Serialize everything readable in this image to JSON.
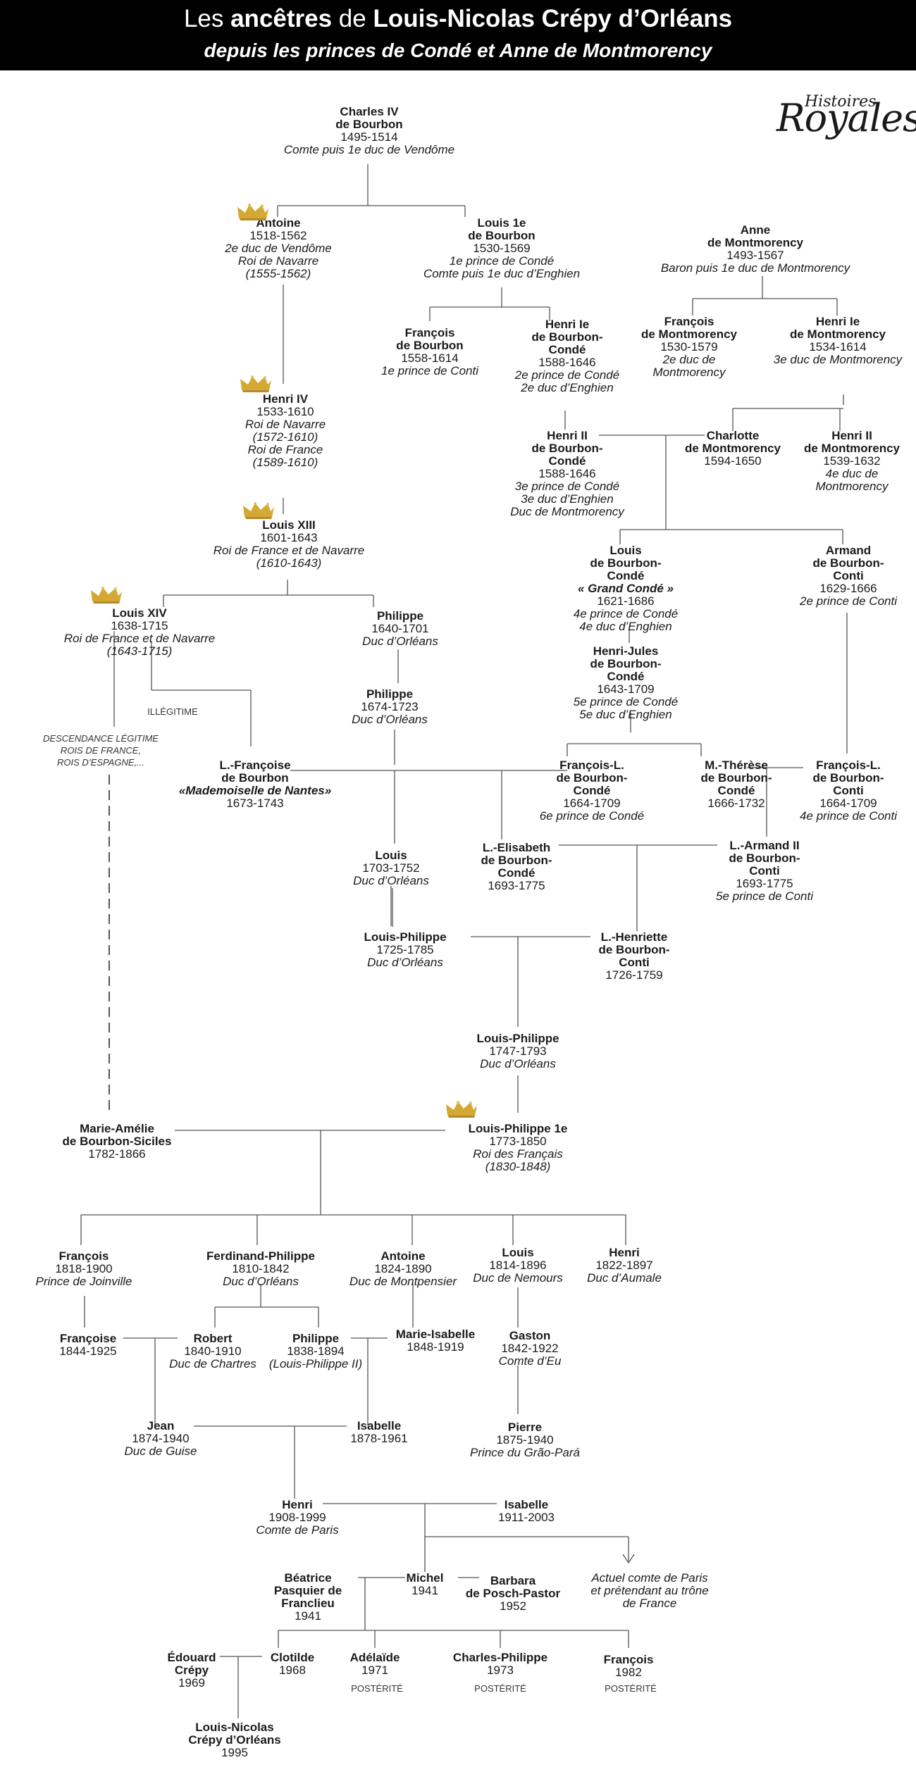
{
  "header": {
    "title_parts": [
      "Les ",
      "ancêtres",
      " de ",
      "Louis-Nicolas Crépy d’Orléans"
    ],
    "subtitle": "depuis les princes de Condé et Anne de Montmorency"
  },
  "logo": {
    "line1": "Histoires",
    "line2": "Royales"
  },
  "colors": {
    "crown": "#d4a933",
    "line": "#555555",
    "header_bg": "#000000"
  },
  "labels": {
    "illegitime": "ILLÉGITIME",
    "descendance": [
      "DESCENDANCE LÉGITIME",
      "ROIS DE FRANCE,",
      "ROIS D’ESPAGNE,..."
    ],
    "posterite": "POSTÉRITÉ"
  },
  "persons": {
    "charles4": {
      "name": [
        "Charles IV",
        "de Bourbon"
      ],
      "dates": "1495-1514",
      "titles": [
        "Comte puis 1e duc de Vendôme"
      ]
    },
    "antoine": {
      "name": [
        "Antoine"
      ],
      "dates": "1518-1562",
      "titles": [
        "2e duc de Vendôme",
        "Roi de Navarre",
        "(1555-1562)"
      ]
    },
    "louis1": {
      "name": [
        "Louis 1e",
        "de Bourbon"
      ],
      "dates": "1530-1569",
      "titles": [
        "1e prince de Condé",
        "Comte puis 1e duc d’Enghien"
      ]
    },
    "anne": {
      "name": [
        "Anne",
        "de Montmorency"
      ],
      "dates": "1493-1567",
      "titles": [
        "Baron puis 1e duc de Montmorency"
      ]
    },
    "francois_bourbon": {
      "name": [
        "François",
        "de Bourbon"
      ],
      "dates": "1558-1614",
      "titles": [
        "1e prince de Conti"
      ]
    },
    "henri1_conde": {
      "name": [
        "Henri Ie",
        "de Bourbon-",
        "Condé"
      ],
      "dates": "1588-1646",
      "titles": [
        "2e prince de Condé",
        "2e duc d’Enghien"
      ]
    },
    "francois_montmo": {
      "name": [
        "François",
        "de Montmorency"
      ],
      "dates": "1530-1579",
      "titles": [
        "2e duc de",
        "Montmorency"
      ]
    },
    "henri1_montmo": {
      "name": [
        "Henri Ie",
        "de Montmorency"
      ],
      "dates": "1534-1614",
      "titles": [
        "3e duc de Montmorency"
      ]
    },
    "henri4": {
      "name": [
        "Henri IV"
      ],
      "dates": "1533-1610",
      "titles": [
        "Roi de Navarre",
        "(1572-1610)",
        "Roi de France",
        "(1589-1610)"
      ]
    },
    "henri2_conde": {
      "name": [
        "Henri II",
        "de Bourbon-",
        "Condé"
      ],
      "dates": "1588-1646",
      "titles": [
        "3e prince de Condé",
        "3e duc d’Enghien",
        "Duc de Montmorency"
      ]
    },
    "charlotte": {
      "name": [
        "Charlotte",
        "de Montmorency"
      ],
      "dates": "1594-1650",
      "titles": []
    },
    "henri2_montmo": {
      "name": [
        "Henri II",
        "de Montmorency"
      ],
      "dates": "1539-1632",
      "titles": [
        "4e duc de",
        "Montmorency"
      ]
    },
    "louis13": {
      "name": [
        "Louis XIII"
      ],
      "dates": "1601-1643",
      "titles": [
        "Roi de France et de Navarre",
        "(1610-1643)"
      ]
    },
    "louis14": {
      "name": [
        "Louis XIV"
      ],
      "dates": "1638-1715",
      "titles": [
        "Roi de France et de Navarre",
        "(1643-1715)"
      ]
    },
    "philippe1": {
      "name": [
        "Philippe"
      ],
      "dates": "1640-1701",
      "titles": [
        "Duc d’Orléans"
      ]
    },
    "grand_conde": {
      "name": [
        "Louis",
        "de Bourbon-",
        "Condé"
      ],
      "epithet": "« Grand Condé »",
      "dates": "1621-1686",
      "titles": [
        "4e prince de Condé",
        "4e duc d’Enghien"
      ]
    },
    "armand": {
      "name": [
        "Armand",
        "de Bourbon-",
        "Conti"
      ],
      "dates": "1629-1666",
      "titles": [
        "2e prince de Conti"
      ]
    },
    "henri_jules": {
      "name": [
        "Henri-Jules",
        "de Bourbon-",
        "Condé"
      ],
      "dates": "1643-1709",
      "titles": [
        "5e prince de Condé",
        "5e duc d’Enghien"
      ]
    },
    "philippe2": {
      "name": [
        "Philippe"
      ],
      "dates": "1674-1723",
      "titles": [
        "Duc d’Orléans"
      ]
    },
    "lfrancoise": {
      "name": [
        "L.-Françoise",
        "de Bourbon"
      ],
      "epithet": "«Mademoiselle de Nantes»",
      "dates": "1673-1743",
      "titles": []
    },
    "francois_l_conde": {
      "name": [
        "François-L.",
        "de Bourbon-",
        "Condé"
      ],
      "dates": "1664-1709",
      "titles": [
        "6e prince de Condé"
      ]
    },
    "mtherese": {
      "name": [
        "M.-Thérèse",
        "de Bourbon-",
        "Condé"
      ],
      "dates": "1666-1732",
      "titles": []
    },
    "francois_l_conti": {
      "name": [
        "François-L.",
        "de Bourbon-",
        "Conti"
      ],
      "dates": "1664-1709",
      "titles": [
        "4e prince de Conti"
      ]
    },
    "louis_orl": {
      "name": [
        "Louis"
      ],
      "dates": "1703-1752",
      "titles": [
        "Duc d’Orléans"
      ]
    },
    "lelisabeth": {
      "name": [
        "L.-Elisabeth",
        "de Bourbon-",
        "Condé"
      ],
      "dates": "1693-1775",
      "titles": []
    },
    "larmand2": {
      "name": [
        "L.-Armand II",
        "de Bourbon-",
        "Conti"
      ],
      "dates": "1693-1775",
      "titles": [
        "5e prince de Conti"
      ]
    },
    "lp1725": {
      "name": [
        "Louis-Philippe"
      ],
      "dates": "1725-1785",
      "titles": [
        "Duc d’Orléans"
      ]
    },
    "lhenriette": {
      "name": [
        "L.-Henriette",
        "de Bourbon-",
        "Conti"
      ],
      "dates": "1726-1759",
      "titles": []
    },
    "lp1747": {
      "name": [
        "Louis-Philippe"
      ],
      "dates": "1747-1793",
      "titles": [
        "Duc d’Orléans"
      ]
    },
    "marie_amelie": {
      "name": [
        "Marie-Amélie",
        "de Bourbon-Siciles"
      ],
      "dates": "1782-1866",
      "titles": []
    },
    "lp1e": {
      "name": [
        "Louis-Philippe 1e"
      ],
      "dates": "1773-1850",
      "titles": [
        "Roi des Français",
        "(1830-1848)"
      ]
    },
    "francois_joinville": {
      "name": [
        "François"
      ],
      "dates": "1818-1900",
      "titles": [
        "Prince de Joinville"
      ]
    },
    "ferdinand": {
      "name": [
        "Ferdinand-Philippe"
      ],
      "dates": "1810-1842",
      "titles": [
        "Duc d’Orléans"
      ]
    },
    "antoine_mont": {
      "name": [
        "Antoine"
      ],
      "dates": "1824-1890",
      "titles": [
        "Duc de Montpensier"
      ]
    },
    "louis_nemours": {
      "name": [
        "Louis"
      ],
      "dates": "1814-1896",
      "titles": [
        "Duc de Nemours"
      ]
    },
    "henri_aumale": {
      "name": [
        "Henri"
      ],
      "dates": "1822-1897",
      "titles": [
        "Duc d’Aumale"
      ]
    },
    "francoise": {
      "name": [
        "Françoise"
      ],
      "dates": "1844-1925",
      "titles": []
    },
    "robert": {
      "name": [
        "Robert"
      ],
      "dates": "1840-1910",
      "titles": [
        "Duc de Chartres"
      ]
    },
    "philippe_lp2": {
      "name": [
        "Philippe"
      ],
      "dates": "1838-1894",
      "titles": [
        "(Louis-Philippe II)"
      ]
    },
    "marie_isabelle": {
      "name": [
        "Marie-Isabelle"
      ],
      "dates": "1848-1919",
      "titles": []
    },
    "gaston": {
      "name": [
        "Gaston"
      ],
      "dates": "1842-1922",
      "titles": [
        "Comte d’Eu"
      ]
    },
    "jean": {
      "name": [
        "Jean"
      ],
      "dates": "1874-1940",
      "titles": [
        "Duc de Guise"
      ]
    },
    "isabelle1878": {
      "name": [
        "Isabelle"
      ],
      "dates": "1878-1961",
      "titles": []
    },
    "pierre": {
      "name": [
        "Pierre"
      ],
      "dates": "1875-1940",
      "titles": [
        "Prince du Grão-Pará"
      ]
    },
    "henri1908": {
      "name": [
        "Henri"
      ],
      "dates": "1908-1999",
      "titles": [
        "Comte de Paris"
      ]
    },
    "isabelle1911": {
      "name": [
        "Isabelle"
      ],
      "dates": "1911-2003",
      "titles": []
    },
    "beatrice": {
      "name": [
        "Béatrice",
        "Pasquier de",
        "Franclieu"
      ],
      "dates": "1941",
      "titles": []
    },
    "michel": {
      "name": [
        "Michel"
      ],
      "dates": "1941",
      "titles": []
    },
    "barbara": {
      "name": [
        "Barbara",
        "de Posch-Pastor"
      ],
      "dates": "1952",
      "titles": []
    },
    "actuel": {
      "name": [],
      "dates": "",
      "titles": [
        "Actuel comte de Paris",
        "et prétendant au trône",
        "de France"
      ]
    },
    "edouard": {
      "name": [
        "Édouard",
        "Crépy"
      ],
      "dates": "1969",
      "titles": []
    },
    "clotilde": {
      "name": [
        "Clotilde"
      ],
      "dates": "1968",
      "titles": []
    },
    "adelaide": {
      "name": [
        "Adélaïde"
      ],
      "dates": "1971",
      "titles": []
    },
    "charles_philippe": {
      "name": [
        "Charles-Philippe"
      ],
      "dates": "1973",
      "titles": []
    },
    "francois1982": {
      "name": [
        "François"
      ],
      "dates": "1982",
      "titles": []
    },
    "louis_nicolas": {
      "name": [
        "Louis-Nicolas",
        "Crépy d’Orléans"
      ],
      "dates": "1995",
      "titles": []
    }
  }
}
